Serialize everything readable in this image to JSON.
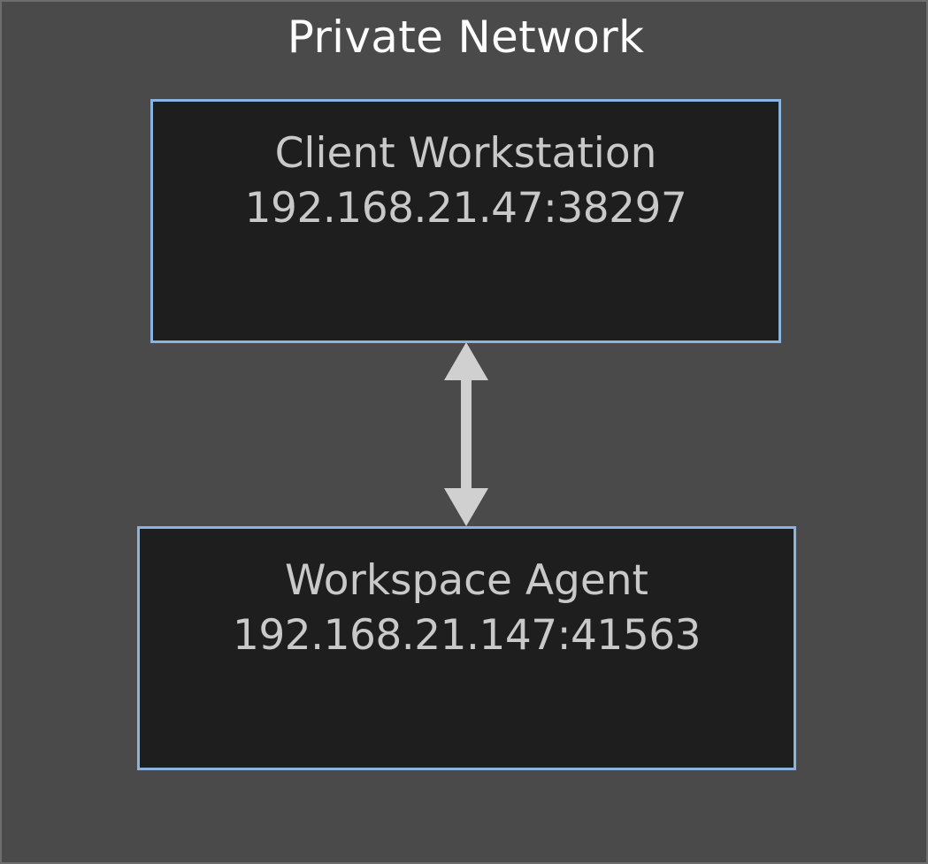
{
  "diagram": {
    "type": "network-topology",
    "title": "Private Network",
    "background_color": "#4a4a4a",
    "border_color": "#6d6d6d",
    "title_color": "#fdfdfd",
    "node_fill_color": "#1e1e1e",
    "node_border_color": "#8ab4dd",
    "node_text_color": "#c9c9c9",
    "arrow_color": "#d0d0d0",
    "nodes": [
      {
        "id": "client-workstation",
        "label": "Client Workstation",
        "address": "192.168.21.47:38297"
      },
      {
        "id": "workspace-agent",
        "label": "Workspace Agent",
        "address": "192.168.21.147:41563"
      }
    ],
    "connector": {
      "id": "client-to-agent",
      "from": "client-workstation",
      "to": "workspace-agent",
      "direction": "bidirectional",
      "icon": "double-headed-vertical-arrow-icon",
      "label": ""
    }
  }
}
